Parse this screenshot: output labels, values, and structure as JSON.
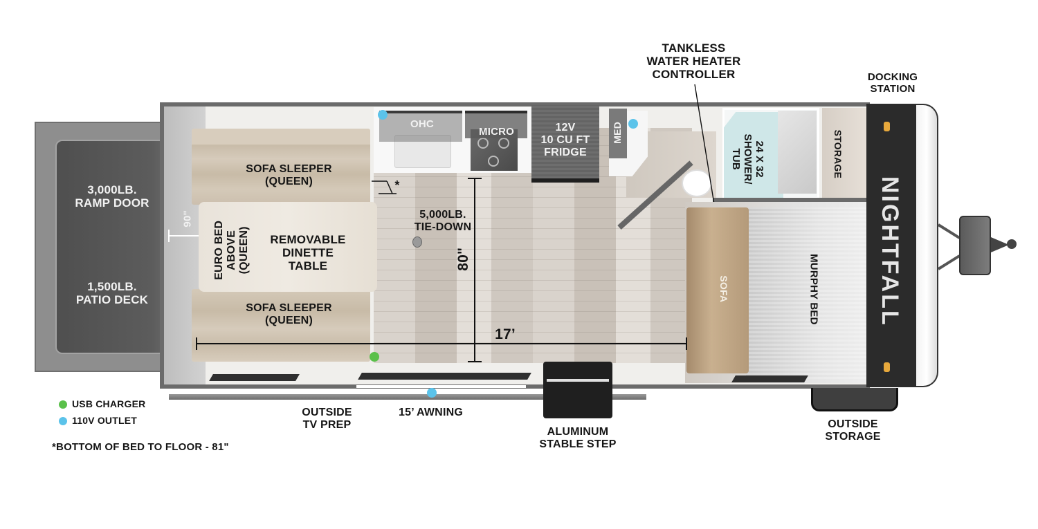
{
  "diagram": {
    "type": "rv_floor_plan",
    "brand": "NIGHTFALL"
  },
  "labels": {
    "ramp_door": "3,000LB.\nRAMP DOOR",
    "patio_deck": "1,500LB.\nPATIO DECK",
    "dim_90": "90\"",
    "sofa_sleeper_top": "SOFA SLEEPER\n(QUEEN)",
    "sofa_sleeper_bottom": "SOFA SLEEPER\n(QUEEN)",
    "euro_bed": "EURO BED\nABOVE\n(QUEEN)",
    "dinette": "REMOVABLE\nDINETTE\nTABLE",
    "ohc": "OHC",
    "micro": "MICRO",
    "fridge": "12V\n10 CU FT\nFRIDGE",
    "med": "MED",
    "tie_down": "5,000LB.\nTIE-DOWN",
    "dim_80": "80\"",
    "dim_17": "17’",
    "asterisk": "*",
    "water_heater": "TANKLESS\nWATER HEATER\nCONTROLLER",
    "shower": "24 X 32\nSHOWER/\nTUB",
    "storage": "STORAGE",
    "docking_station": "DOCKING\nSTATION",
    "sofa": "SOFA",
    "murphy_bed": "MURPHY BED",
    "outside_storage": "OUTSIDE\nSTORAGE",
    "outside_tv": "OUTSIDE\nTV PREP",
    "awning": "15’ AWNING",
    "stable_step": "ALUMINUM\nSTABLE STEP"
  },
  "legend": {
    "items": [
      {
        "label": "USB CHARGER",
        "color": "#5ac04a"
      },
      {
        "label": "110V OUTLET",
        "color": "#5bc3ea"
      }
    ],
    "footnote": "*BOTTOM OF BED TO FLOOR - 81\""
  },
  "colors": {
    "usb": "#5ac04a",
    "outlet": "#5bc3ea",
    "marker": "#e8a93c",
    "cap": "#2b2b2b"
  }
}
